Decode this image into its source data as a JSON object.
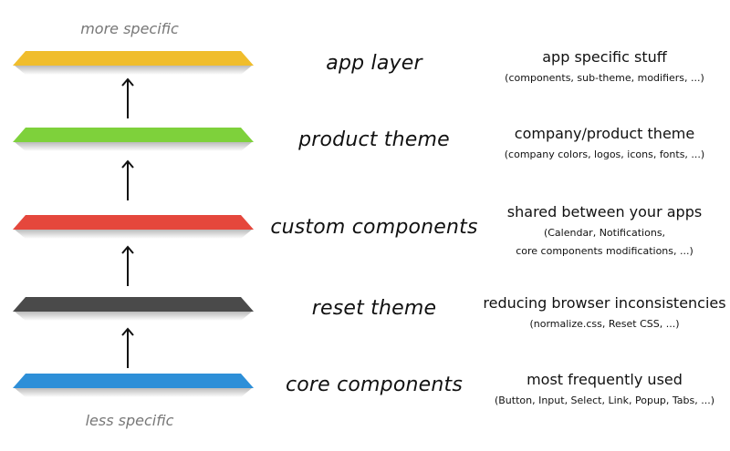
{
  "labels": {
    "top": "more specific",
    "bottom": "less specific"
  },
  "layers": [
    {
      "name": "app layer",
      "color": "#f0bd2c",
      "description": "app specific stuff",
      "details": [
        "(components, sub-theme, modifiers, ...)"
      ]
    },
    {
      "name": "product theme",
      "color": "#7ed13b",
      "description": "company/product theme",
      "details": [
        "(company colors, logos, icons, fonts, ...)"
      ]
    },
    {
      "name": "custom components",
      "color": "#e5473c",
      "description": "shared between your apps",
      "details": [
        "(Calendar, Notifications,",
        "core components modifications, ...)"
      ]
    },
    {
      "name": "reset theme",
      "color": "#4a4a4a",
      "description": "reducing browser inconsistencies",
      "details": [
        "(normalize.css, Reset CSS, ...)"
      ]
    },
    {
      "name": "core components",
      "color": "#2d8fd8",
      "description": "most frequently used",
      "details": [
        "(Button, Input, Select, Link, Popup, Tabs, ...)"
      ]
    }
  ]
}
